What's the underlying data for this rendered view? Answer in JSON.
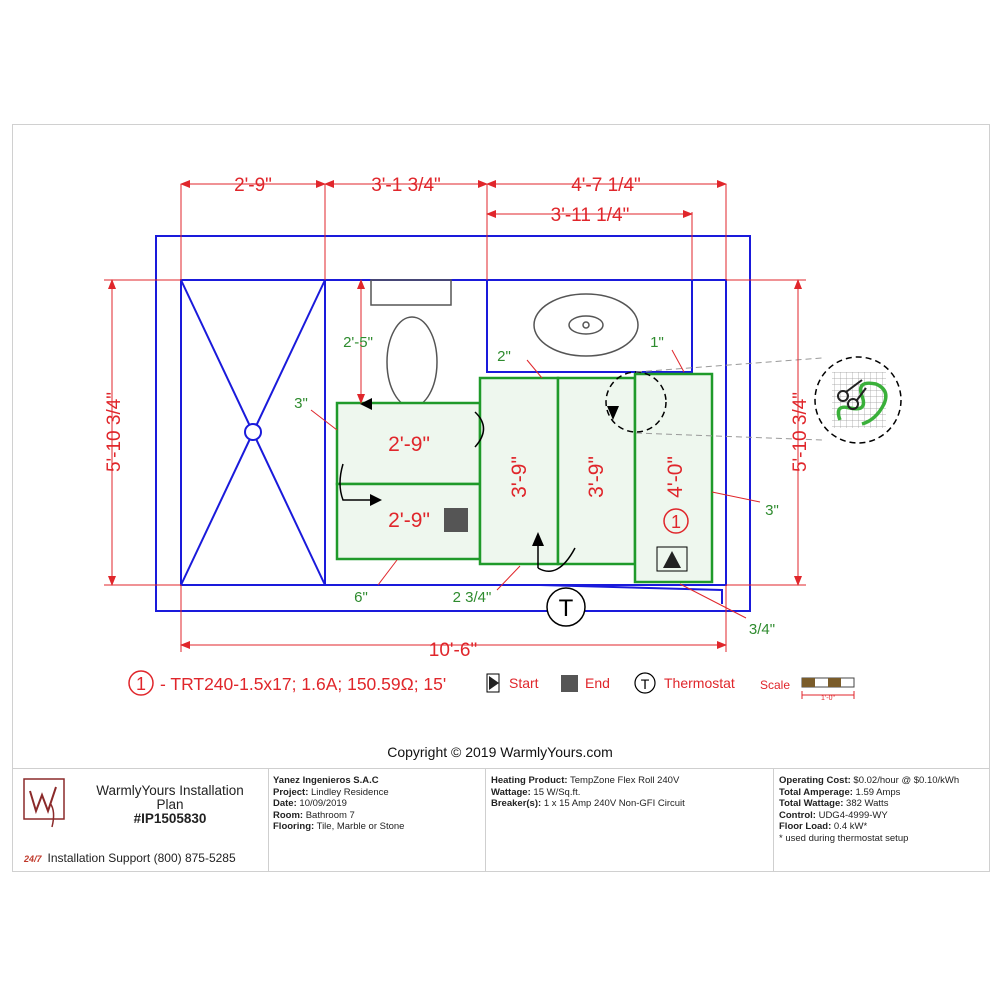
{
  "plan": {
    "dimensions": {
      "top_left": "2'-9\"",
      "top_middle": "3'-1 3/4\"",
      "top_right": "4'-7 1/4\"",
      "top_inner": "3'-11 1/4\"",
      "left_height": "5'-10 3/4\"",
      "right_height": "5'-10 3/4\"",
      "bottom_width": "10'-6\""
    },
    "offsets": {
      "toilet_clearance": "2'-5\"",
      "left_offset": "3\"",
      "vanity_offset": "2\"",
      "right_offset_top": "1\"",
      "right_offset_side": "3\"",
      "bottom_offset_left": "6\"",
      "bottom_offset_mid": "2 3/4\"",
      "bottom_offset_right": "3/4\""
    },
    "runs": {
      "run_top": "2'-9\"",
      "run_bottom": "2'-9\"",
      "col_1": "3'-9\"",
      "col_2": "3'-9\"",
      "col_3": "4'-0\"",
      "circuit_number": "1"
    },
    "thermostat_symbol": "T"
  },
  "legend": {
    "circuit_number": "1",
    "circuit_spec": "- TRT240-1.5x17; 1.6A; 150.59Ω; 15'",
    "start_label": "Start",
    "end_label": "End",
    "thermostat_symbol": "T",
    "thermostat_label": "Thermostat",
    "scale_label": "Scale",
    "scale_unit": "1'-0\""
  },
  "copyright": "Copyright © 2019 WarmlyYours.com",
  "title_block": {
    "company_title_line1": "WarmlyYours Installation",
    "company_title_line2": "Plan",
    "plan_id": "#IP1505830",
    "support_badge": "24/7",
    "support_text": "Installation Support (800) 875-5285",
    "project_info": {
      "company": "Yanez Ingenieros S.A.C",
      "project_label": "Project:",
      "project": "Lindley Residence",
      "date_label": "Date:",
      "date": "10/09/2019",
      "room_label": "Room:",
      "room": "Bathroom 7",
      "flooring_label": "Flooring:",
      "flooring": "Tile, Marble or Stone"
    },
    "heating_info": {
      "product_label": "Heating Product:",
      "product": "TempZone Flex Roll 240V",
      "wattage_label": "Wattage:",
      "wattage": "15 W/Sq.ft.",
      "breaker_label": "Breaker(s):",
      "breaker": "1 x 15 Amp 240V Non-GFI Circuit"
    },
    "operating_info": {
      "cost_label": "Operating Cost:",
      "cost": "$0.02/hour @ $0.10/kWh",
      "amperage_label": "Total Amperage:",
      "amperage": "1.59 Amps",
      "total_wattage_label": "Total Wattage:",
      "total_wattage": "382 Watts",
      "control_label": "Control:",
      "control": "UDG4-4999-WY",
      "floor_load_label": "Floor Load:",
      "floor_load": "0.4 kW*",
      "footnote": "* used during thermostat setup"
    }
  },
  "colors": {
    "walls": "#1a1adb",
    "dimensions": "#e0262b",
    "heating_runs": "#1f9a2a",
    "heating_fill": "#eef7ee",
    "fixtures": "#555555"
  }
}
